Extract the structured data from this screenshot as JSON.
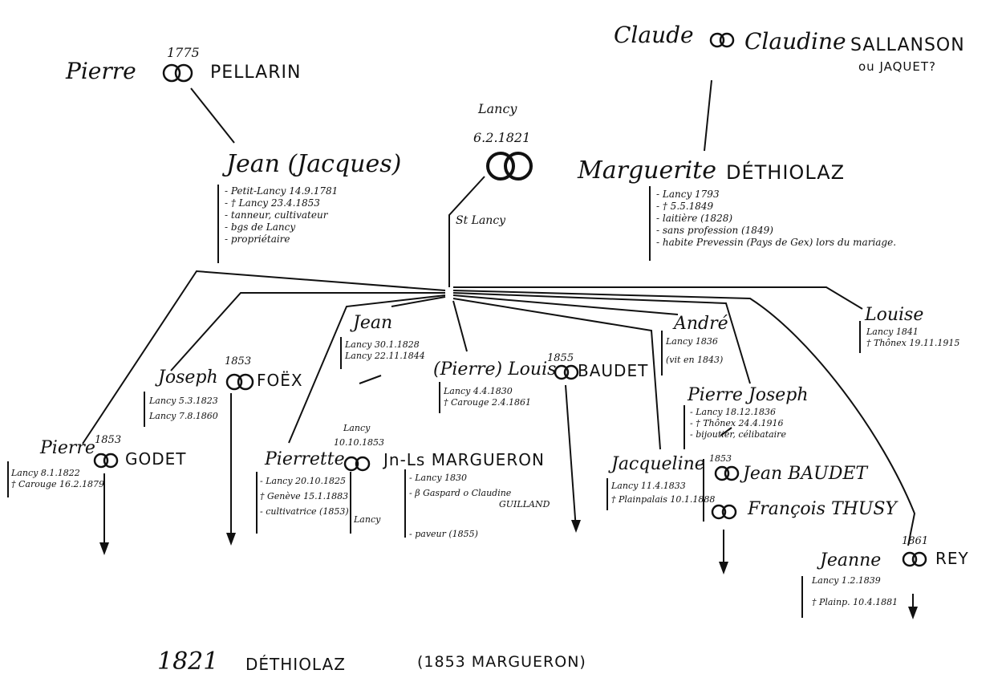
{
  "top": {
    "pierre_first": "Pierre",
    "pierre_year": "1775",
    "pierre_last": "PELLARIN",
    "claude": "Claude",
    "claudine": "Claudine",
    "sallanson": "SALLANSON",
    "or_jaquet": "ou JAQUET?"
  },
  "marriage_main": {
    "place": "Lancy",
    "date": "6.2.1821"
  },
  "jean": {
    "name": "Jean (Jacques)",
    "facts": [
      "- Petit-Lancy   14.9.1781",
      "- † Lancy   23.4.1853",
      "- tanneur, cultivateur",
      "- bgs de Lancy",
      "- propriétaire"
    ]
  },
  "marguerite": {
    "first": "Marguerite",
    "last": "DÉTHIOLAZ",
    "facts": [
      "- Lancy   1793",
      "- †   5.5.1849",
      "- laitière (1828)",
      "- sans profession (1849)",
      "- habite  Prevessin (Pays de Gex) lors du mariage."
    ]
  },
  "st_lancy": "St Lancy",
  "louise": {
    "name": "Louise",
    "facts": [
      "Lancy   1841",
      "† Thônex 19.11.1915"
    ]
  },
  "jean_child": {
    "name": "Jean",
    "facts": [
      "Lancy 30.1.1828",
      "Lancy 22.11.1844"
    ]
  },
  "andre": {
    "name": "André",
    "facts": [
      "Lancy   1836",
      "(vit en 1843)"
    ]
  },
  "joseph": {
    "first": "Joseph",
    "year": "1853",
    "last": "FOËX",
    "facts": [
      "Lancy 5.3.1823",
      "Lancy 7.8.1860"
    ]
  },
  "pierre_louis": {
    "first": "(Pierre) Louis",
    "year": "1855",
    "last": "BAUDET",
    "facts": [
      "Lancy  4.4.1830",
      "† Carouge 2.4.1861"
    ]
  },
  "pierre_joseph": {
    "name": "Pierre Joseph",
    "facts": [
      "- Lancy   18.12.1836",
      "- † Thônex   24.4.1916",
      "- bijoutier, célibataire"
    ]
  },
  "pierre_godet": {
    "first": "Pierre",
    "year": "1853",
    "last": "GODET",
    "facts": [
      "Lancy 8.1.1822",
      "† Carouge 16.2.1879"
    ]
  },
  "pierrette": {
    "first": "Pierrette",
    "m_place": "Lancy",
    "m_date": "10.10.1853",
    "spouse": "Jn-Ls MARGUERON",
    "facts": [
      "- Lancy 20.10.1825",
      "† Genève 15.1.1883",
      "- cultivatrice (1853)"
    ],
    "side": "Lancy",
    "spouse_facts": [
      "- Lancy   1830",
      "- β Gaspard o Claudine",
      "GUILLAND",
      "- paveur (1855)"
    ]
  },
  "jacqueline": {
    "name": "Jacqueline",
    "facts": [
      "Lancy 11.4.1833",
      "† Plainpalais 10.1.1888"
    ],
    "year": "1853",
    "spouse1": "Jean BAUDET",
    "spouse2": "François THUSY"
  },
  "jeanne": {
    "first": "Jeanne",
    "year": "1861",
    "last": "REY",
    "facts": [
      "Lancy 1.2.1839",
      "† Plainp. 10.4.1881"
    ]
  },
  "footer": {
    "year": "1821",
    "name": "DÉTHIOLAZ",
    "note": "(1853 MARGUERON)"
  }
}
